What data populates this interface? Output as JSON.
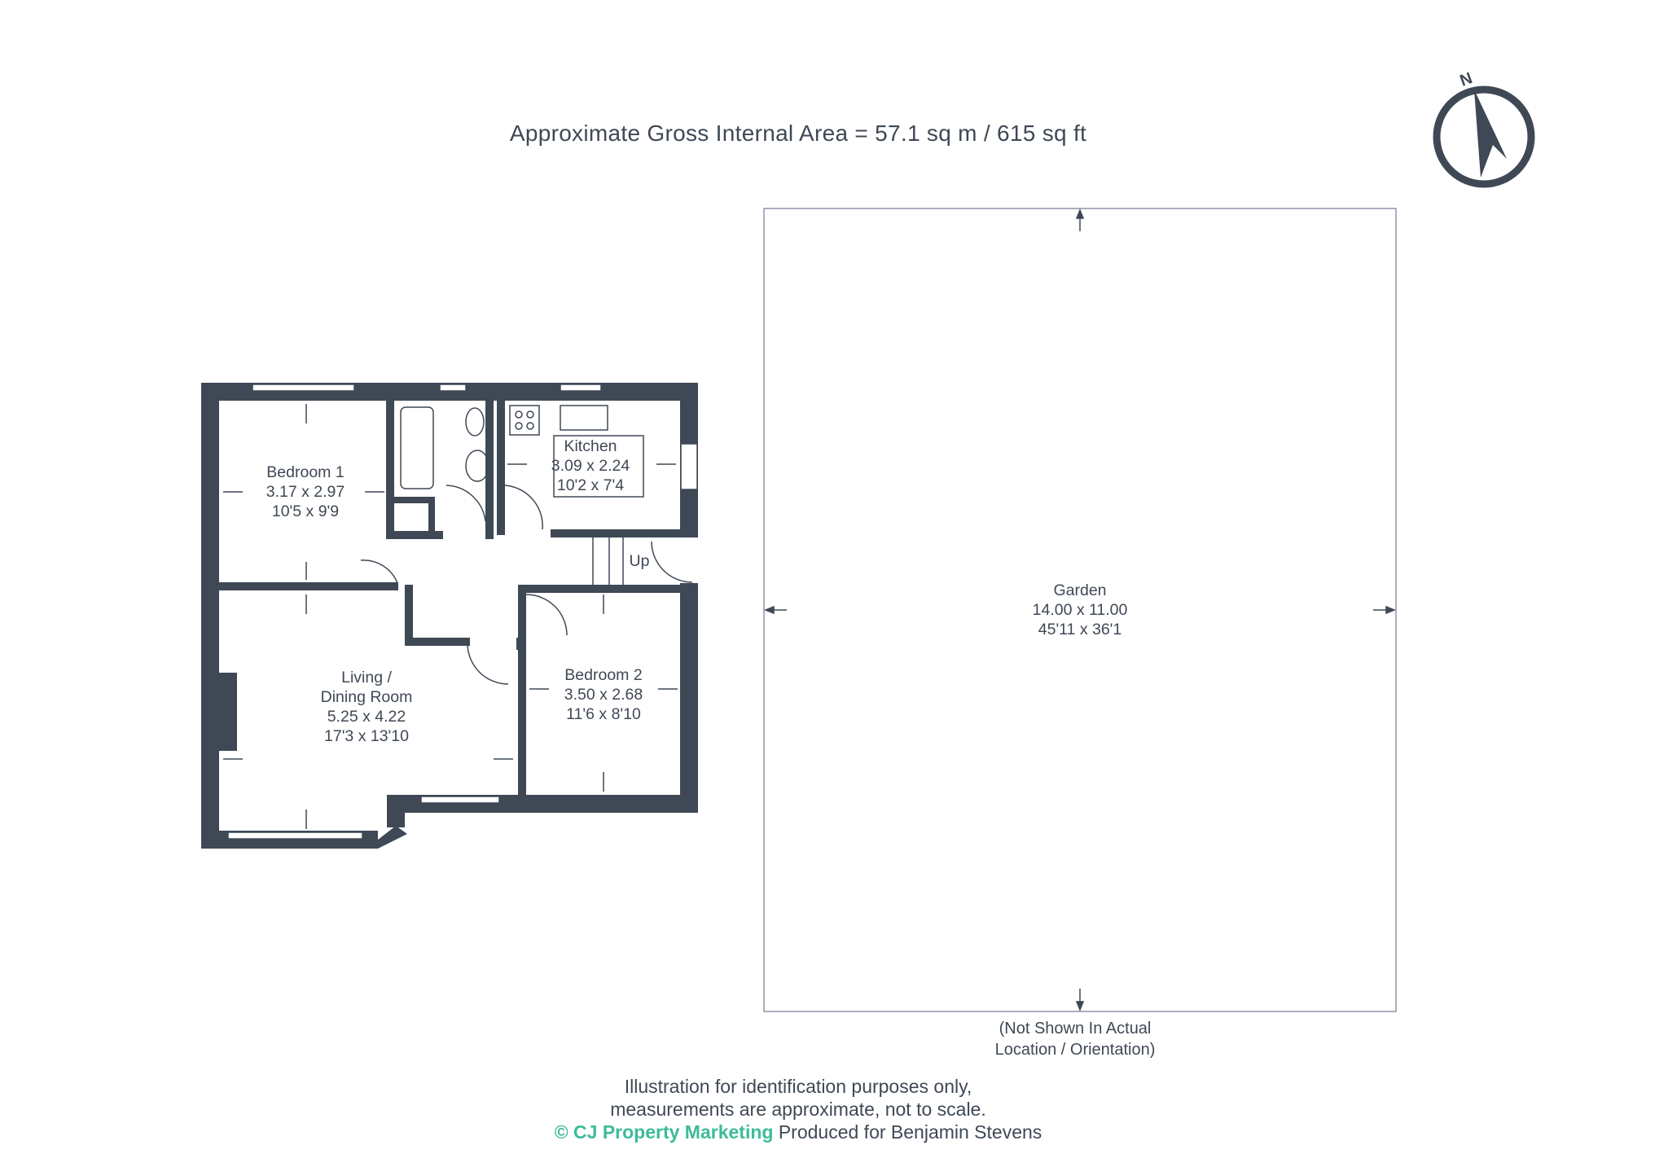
{
  "header": {
    "area_text": "Approximate Gross Internal Area = 57.1 sq m / 615 sq ft"
  },
  "compass": {
    "label": "N",
    "icon": "north-arrow-icon"
  },
  "rooms": {
    "bedroom1": {
      "name": "Bedroom 1",
      "metric": "3.17 x 2.97",
      "imperial": "10'5 x 9'9"
    },
    "kitchen": {
      "name": "Kitchen",
      "metric": "3.09 x 2.24",
      "imperial": "10'2 x 7'4"
    },
    "living": {
      "name_line1": "Living /",
      "name_line2": "Dining Room",
      "metric": "5.25 x 4.22",
      "imperial": "17'3 x 13'10"
    },
    "bedroom2": {
      "name": "Bedroom 2",
      "metric": "3.50 x 2.68",
      "imperial": "11'6 x 8'10"
    },
    "garden": {
      "name": "Garden",
      "metric": "14.00 x 11.00",
      "imperial": "45'11 x 36'1"
    }
  },
  "stairs_label": "Up",
  "garden_note": {
    "line1": "(Not Shown In Actual",
    "line2": "Location / Orientation)"
  },
  "footer": {
    "line1": "Illustration for identification purposes only,",
    "line2": "measurements are approximate, not to scale.",
    "brand": "© CJ Property Marketing",
    "produced": "Produced for Benjamin Stevens"
  },
  "colors": {
    "wall": "#3f4855",
    "brand": "#3dbb9a",
    "text": "#3f4855"
  }
}
